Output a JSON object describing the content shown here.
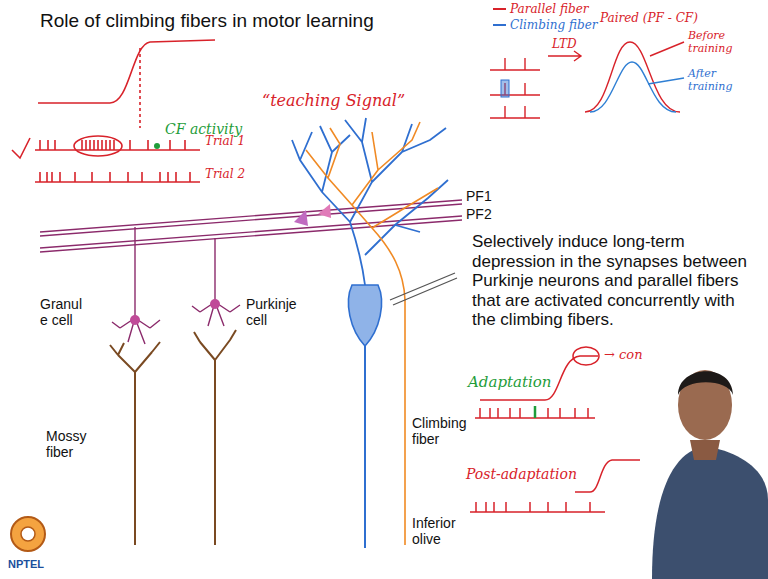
{
  "diagram": {
    "title": "Role of climbing fibers in motor learning",
    "labels": [
      "“teaching Signal”",
      "CF activity",
      "Trial 1",
      "Trial 2",
      "PF1",
      "PF2",
      "Granul e cell",
      "Purkinje cell",
      "Mossy fiber",
      "Climbing fiber",
      "Inferior olive",
      "Selectively induce long-term depression in the synapses between Purkinje neurons and parallel fibers that are activated concurrently with the climbing fibers.",
      "LTD",
      "Paired (PF - CF)",
      "Before training",
      "After training",
      "Adaptation",
      "→ con",
      "Post-adaptation",
      "NPTEL"
    ],
    "legend": [
      {
        "text": "Parallel fiber"
      },
      {
        "text": "Climbing fiber"
      }
    ]
  }
}
